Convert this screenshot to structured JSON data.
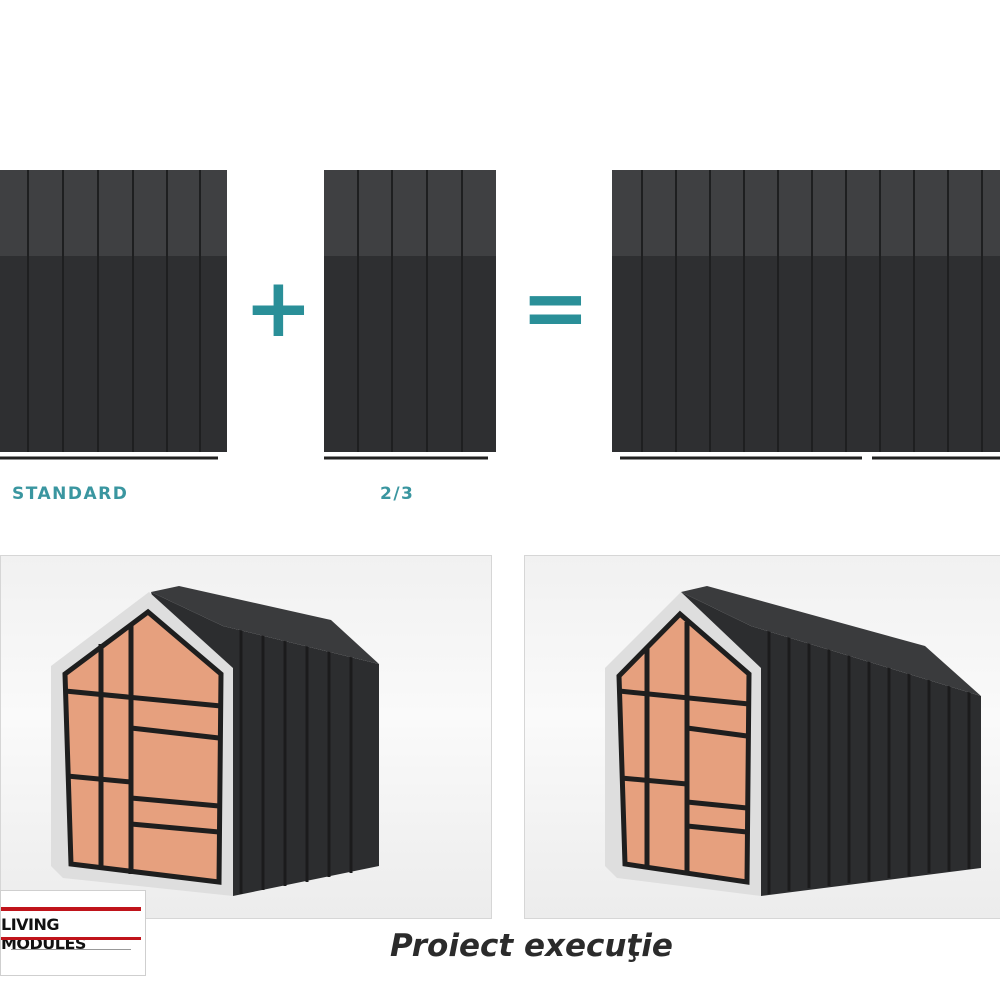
{
  "operators": {
    "plus": "+",
    "equals": "="
  },
  "labels": {
    "standard": "STANDARD",
    "two_thirds": "2/3"
  },
  "logo": {
    "text": "LIVING MODULES",
    "accent_color": "#c0141b"
  },
  "caption": "Proiect execuţie",
  "colors": {
    "accent": "#2a8f98",
    "panel_dark": "#2f3032",
    "panel_top": "#3c3d3f",
    "interior": "#e8a582",
    "frame": "#dcdcdc"
  }
}
